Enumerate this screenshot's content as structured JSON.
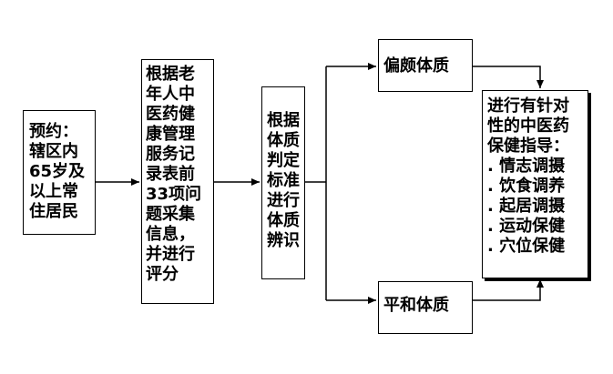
{
  "nodes": {
    "booking": {
      "lines": [
        "预约：",
        "辖区内",
        "65岁及",
        "以上常",
        "住居民"
      ]
    },
    "collect": {
      "lines": [
        "根据老",
        "年人中",
        "医药健",
        "康管理",
        "服务记",
        "录表前",
        "33项问",
        "题采集",
        "信息，",
        "并进行",
        "评分"
      ]
    },
    "identify": {
      "lines": [
        "根据",
        "体质",
        "判定",
        "标准",
        "进行",
        "体质",
        "辨识"
      ]
    },
    "biased": {
      "label": "偏颇体质"
    },
    "balanced": {
      "label": "平和体质"
    },
    "guidance": {
      "lines": [
        "进行有针对",
        "性的中医药",
        "保健指导："
      ],
      "items": [
        ". 情志调摄",
        ". 饮食调养",
        ". 起居调摄",
        ". 运动保健",
        ". 穴位保健"
      ]
    }
  }
}
